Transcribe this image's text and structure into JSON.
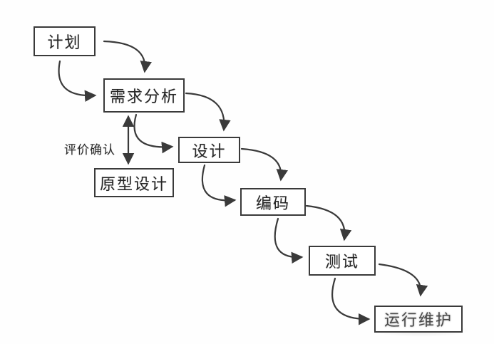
{
  "diagram": {
    "title_semantic": "waterfall-process-diagram",
    "nodes": {
      "plan": {
        "label": "计划"
      },
      "requirements": {
        "label": "需求分析"
      },
      "design": {
        "label": "设计"
      },
      "prototype": {
        "label": "原型设计"
      },
      "coding": {
        "label": "编码"
      },
      "testing": {
        "label": "测试"
      },
      "maintenance": {
        "label": "运行维护"
      }
    },
    "edge_label": "评价确认",
    "edges": [
      "plan -> requirements (top, curved)",
      "plan -> requirements (left, curved)",
      "requirements <-> prototype (double arrow, labeled 评价确认)",
      "requirements -> design (top, curved)",
      "requirements -> design (left, curved)",
      "design -> coding (top, curved)",
      "design -> coding (left, curved)",
      "coding -> testing (top, curved)",
      "coding -> testing (left, curved)",
      "testing -> maintenance (top, curved)",
      "testing -> maintenance (left, curved)"
    ],
    "colors": {
      "background": "#fefefe",
      "box_border": "#3a3a3a",
      "arrow": "#3a3a3a",
      "text": "#262626"
    }
  }
}
